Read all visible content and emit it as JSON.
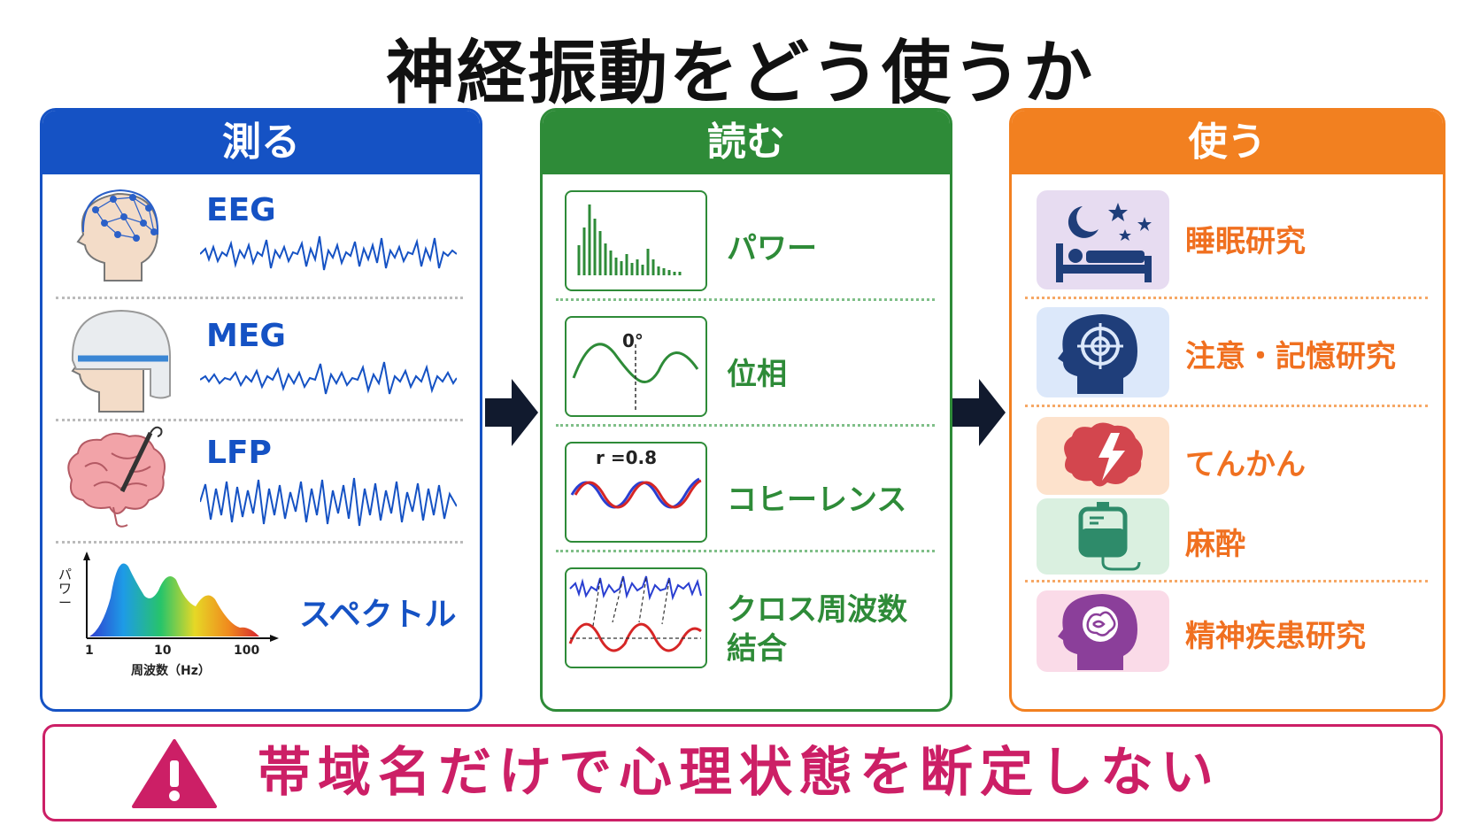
{
  "title": "神経振動をどう使うか",
  "measure": {
    "header": "測る",
    "items": [
      {
        "label": "EEG"
      },
      {
        "label": "MEG"
      },
      {
        "label": "LFP"
      },
      {
        "label": "スペクトル"
      }
    ],
    "spectrum": {
      "ylabel": "パワー",
      "xlabel": "周波数（Hz）",
      "ticks": [
        "1",
        "10",
        "100"
      ]
    }
  },
  "read": {
    "header": "読む",
    "items": [
      {
        "label": "パワー"
      },
      {
        "label": "位相",
        "annotation": "0°"
      },
      {
        "label": "コヒーレンス",
        "annotation": "r =0.8"
      },
      {
        "label": "クロス周波数",
        "label2": "結合"
      }
    ]
  },
  "use": {
    "header": "使う",
    "items": [
      {
        "label": "睡眠研究"
      },
      {
        "label": "注意・記憶研究"
      },
      {
        "label": "てんかん"
      },
      {
        "label": "麻酔"
      },
      {
        "label": "精神疾患研究"
      }
    ]
  },
  "warning": {
    "text": "帯域名だけで心理状態を断定しない"
  },
  "colors": {
    "measure": "#1552c4",
    "read": "#2e8b38",
    "use": "#f28020",
    "warning": "#cc1f66"
  }
}
